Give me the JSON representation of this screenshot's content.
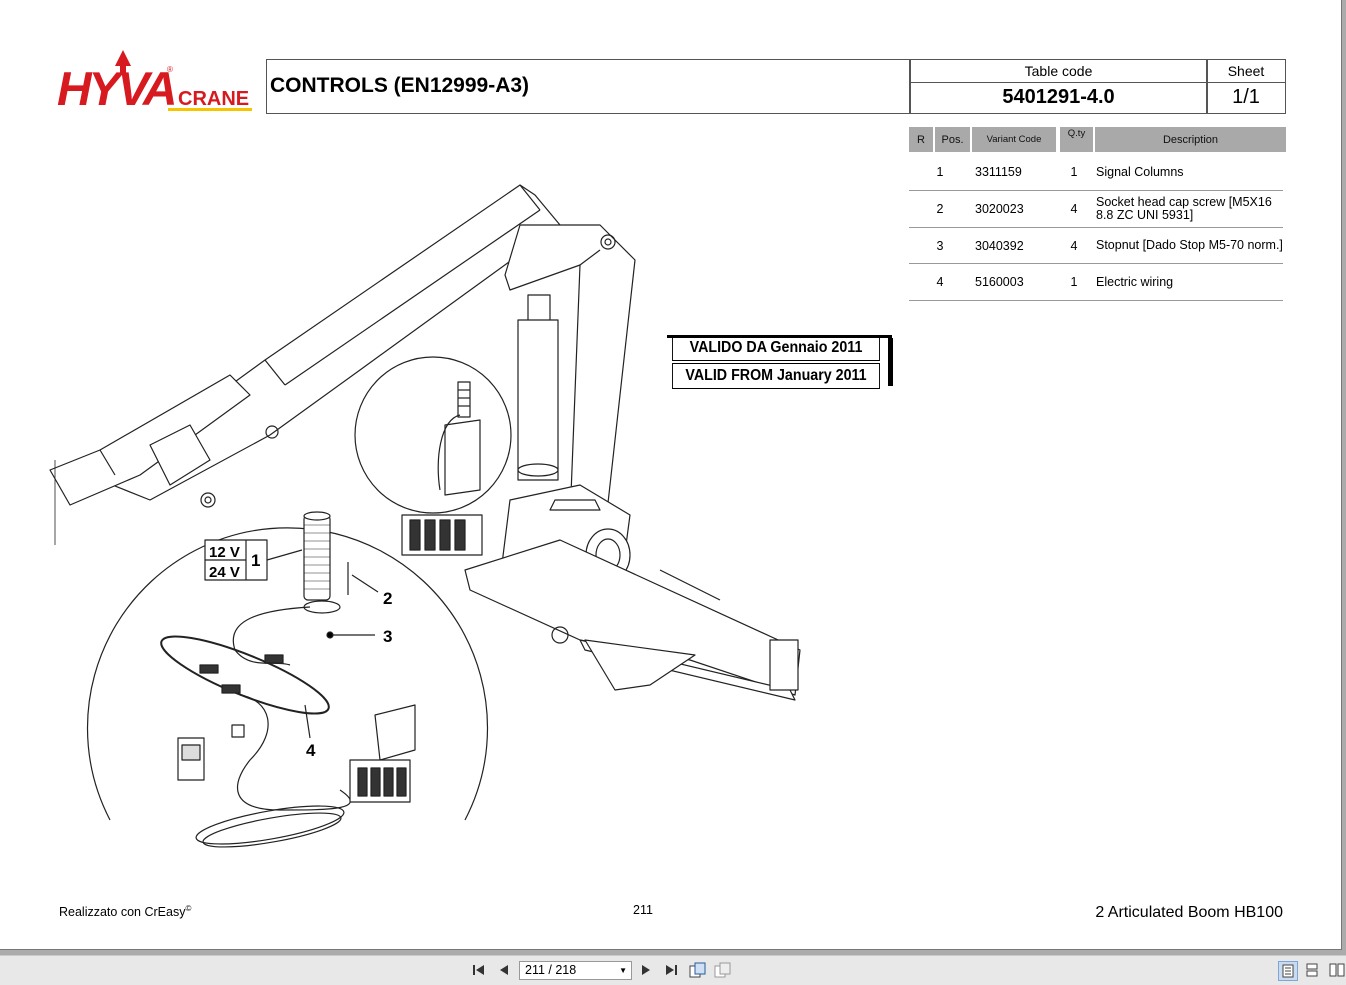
{
  "logo": {
    "brand": "HYVA",
    "registered": "®",
    "sub": "CRANE"
  },
  "header": {
    "title": "CONTROLS (EN12999-A3)",
    "table_code_label": "Table code",
    "table_code_value": "5401291-4.0",
    "sheet_label": "Sheet",
    "sheet_value": "1/1"
  },
  "parts_table": {
    "headers": {
      "r": "R",
      "pos": "Pos.",
      "variant_code": "Variant Code",
      "qty": "Q.ty",
      "description": "Description"
    },
    "rows": [
      {
        "pos": "1",
        "code": "3311159",
        "qty": "1",
        "description": "Signal Columns"
      },
      {
        "pos": "2",
        "code": "3020023",
        "qty": "4",
        "description": "Socket head cap screw  [M5X16 8.8 ZC UNI 5931]"
      },
      {
        "pos": "3",
        "code": "3040392",
        "qty": "4",
        "description": "Stopnut  [Dado Stop M5-70 norm.]"
      },
      {
        "pos": "4",
        "code": "5160003",
        "qty": "1",
        "description": "Electric wiring"
      }
    ]
  },
  "validity": {
    "it": "VALIDO DA Gennaio 2011",
    "en": "VALID FROM January 2011"
  },
  "drawing": {
    "voltage_12": "12 V",
    "voltage_24": "24 V",
    "callouts": {
      "c1": "1",
      "c2": "2",
      "c3": "3",
      "c4": "4"
    }
  },
  "footer": {
    "left": "Realizzato con CrEasy",
    "left_sup": "©",
    "center": "211",
    "right": "2 Articulated Boom HB100"
  },
  "toolbar": {
    "page_indicator": "211 / 218"
  },
  "colors": {
    "logo_red": "#d71920",
    "logo_yellow": "#f6c500",
    "table_header": "#a9a9a9"
  }
}
